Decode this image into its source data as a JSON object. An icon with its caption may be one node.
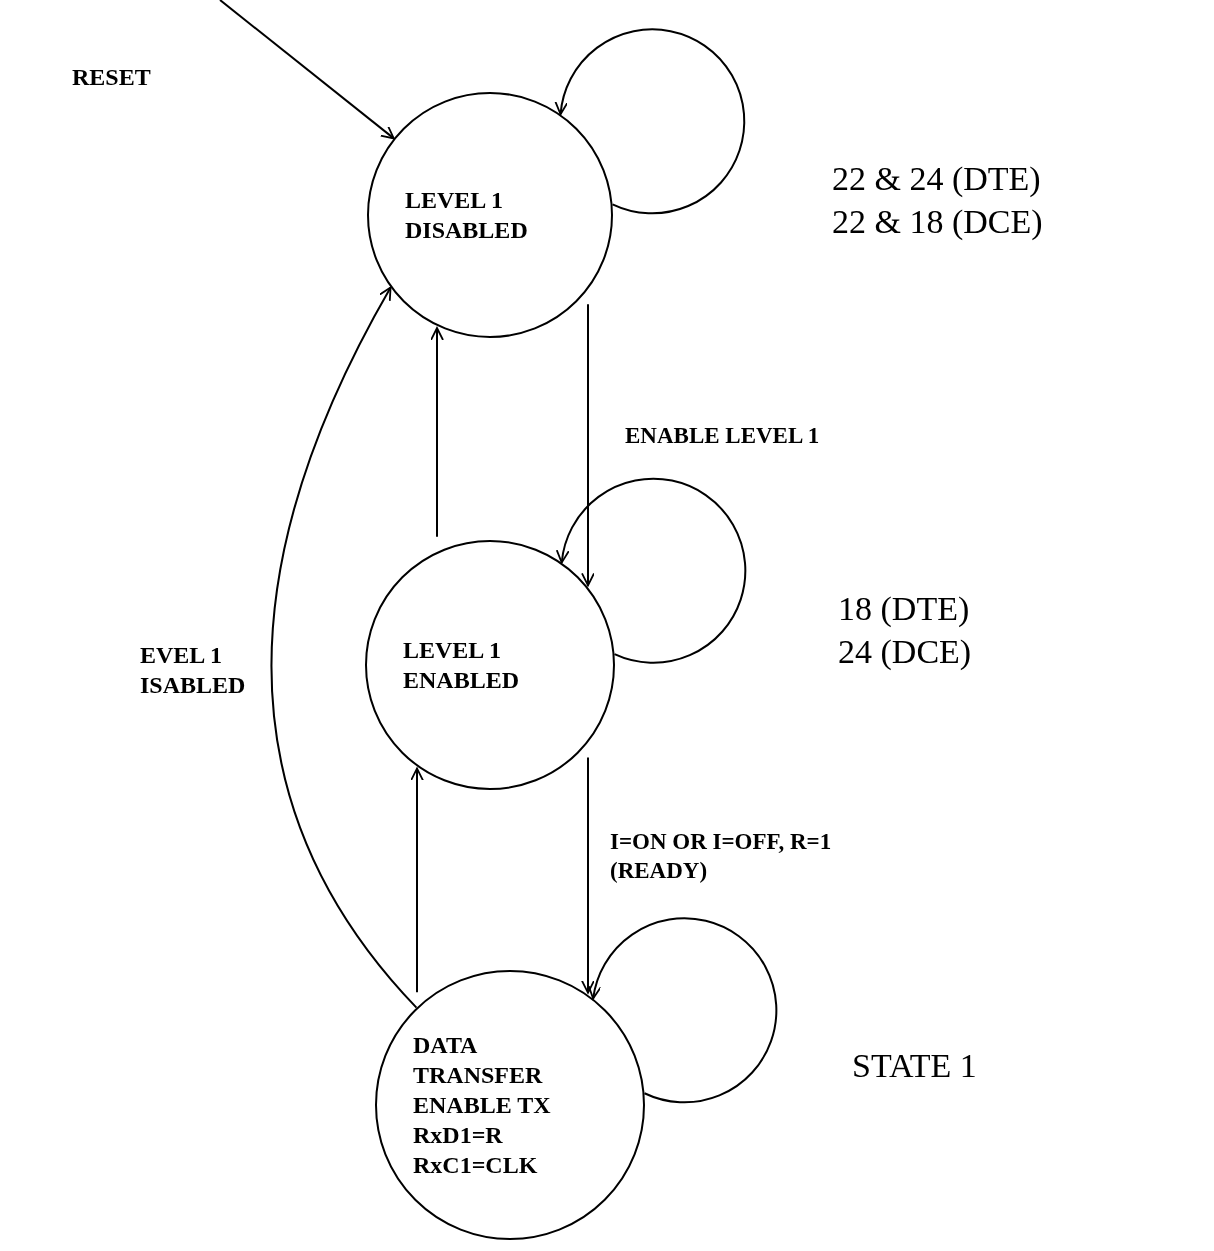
{
  "diagram": {
    "nodes": [
      {
        "text": [
          "LEVEL 1 DISABLED"
        ]
      },
      {
        "text": [
          "LEVEL 1 ENABLED"
        ]
      },
      {
        "text": [
          "DATA TRANSFER",
          "ENABLE TX",
          "RxD1=R",
          "RxC1=CLK"
        ]
      }
    ],
    "edges": [
      {
        "from": null,
        "to": 0,
        "arrow": "to",
        "label": "RESET"
      },
      {
        "from": 0,
        "to": 0,
        "arrow": "to",
        "label": "22 & 24 (DTE) 22 & 18 (DCE)"
      },
      {
        "from": 0,
        "to": 1,
        "arrow": "to",
        "label": "ENABLE LEVEL 1"
      },
      {
        "from": 1,
        "to": 0,
        "arrow": "to"
      },
      {
        "from": 1,
        "to": 1,
        "arrow": "to",
        "label": "18 (DTE) 24 (DCE)"
      },
      {
        "from": 1,
        "to": 2,
        "arrow": "to",
        "label": "I=ON OR I=OFF, R=1 (READY)"
      },
      {
        "from": 2,
        "to": 1,
        "arrow": "to"
      },
      {
        "from": 2,
        "to": 2,
        "arrow": "to",
        "label": "STATE 1"
      },
      {
        "from": 2,
        "to": 0,
        "arrow": "to",
        "label": "EVEL 1 ISABLED"
      }
    ]
  }
}
